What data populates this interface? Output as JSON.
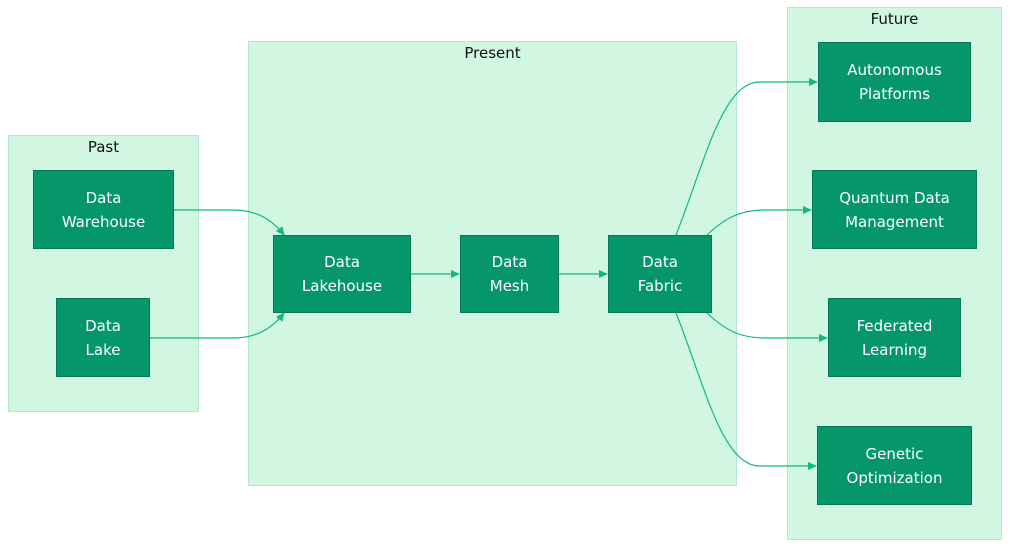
{
  "diagram": {
    "colors": {
      "cluster_fill": "#d1f7e2",
      "cluster_border": "#b2e9cc",
      "node_fill": "#059669",
      "node_text": "#ffffff",
      "edge": "#10b981"
    },
    "clusters": {
      "past": {
        "label": "Past"
      },
      "present": {
        "label": "Present"
      },
      "future": {
        "label": "Future"
      }
    },
    "nodes": {
      "warehouse": {
        "line1": "Data",
        "line2": "Warehouse"
      },
      "lake": {
        "line1": "Data",
        "line2": "Lake"
      },
      "lakehouse": {
        "line1": "Data",
        "line2": "Lakehouse"
      },
      "mesh": {
        "line1": "Data",
        "line2": "Mesh"
      },
      "fabric": {
        "line1": "Data",
        "line2": "Fabric"
      },
      "autonomous": {
        "line1": "Autonomous",
        "line2": "Platforms"
      },
      "quantum": {
        "line1": "Quantum Data",
        "line2": "Management"
      },
      "federated": {
        "line1": "Federated",
        "line2": "Learning"
      },
      "genetic": {
        "line1": "Genetic",
        "line2": "Optimization"
      }
    }
  }
}
